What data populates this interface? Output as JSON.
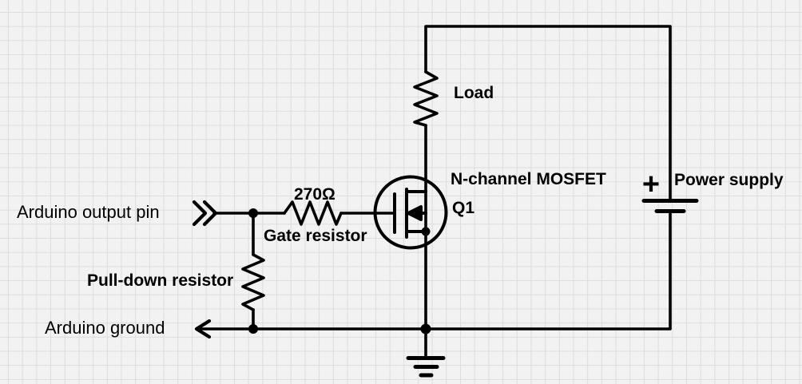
{
  "diagram": {
    "type": "circuit-schematic",
    "labels": {
      "arduino_output_pin": "Arduino output pin",
      "gate_resistor_value": "270Ω",
      "gate_resistor_name": "Gate resistor",
      "pull_down_resistor_name": "Pull-down resistor",
      "arduino_ground": "Arduino ground",
      "load_name": "Load",
      "mosfet_type": "N-channel MOSFET",
      "mosfet_designator": "Q1",
      "power_supply_name": "Power supply",
      "battery_polarity": "+"
    },
    "symbols": {
      "output_pin_connector": "double-chevron-right",
      "ground_connector": "arrow-left",
      "transistor": "n-channel-mosfet",
      "source_terminal": "ground-symbol",
      "supply": "battery-cell"
    },
    "colors": {
      "background": "#f2f2f3",
      "grid_line": "#dcdcdf",
      "wire": "#000000",
      "text": "#000000"
    }
  }
}
